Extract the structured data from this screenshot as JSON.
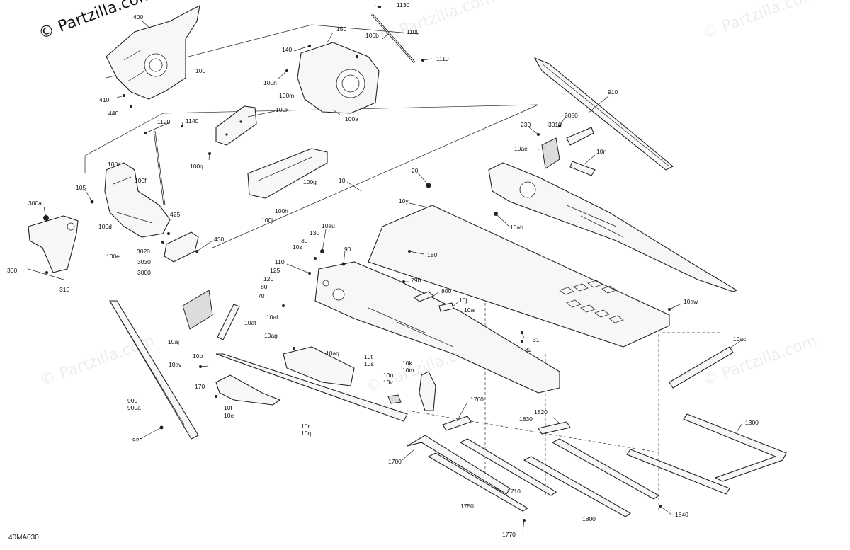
{
  "watermark_main": "© Partzilla.com",
  "watermark_repeat": "© Partzilla.com",
  "diagram_code": "40MA030",
  "callouts": {
    "c400": "400",
    "c1130": "1130",
    "c150": "150",
    "c100b": "100b",
    "c1100": "1100",
    "c140": "140",
    "c1110": "1110",
    "c100": "100",
    "c100n": "100n",
    "c100m": "100m",
    "c410": "410",
    "c440": "440",
    "c100k": "100k",
    "c100a": "100a",
    "c910": "910",
    "c3050": "3050",
    "c1120": "1120",
    "c1140": "1140",
    "c3010": "3010",
    "c230": "230",
    "c10ae": "10ae",
    "c10n": "10n",
    "c100q": "100q",
    "c100c": "100c",
    "c10": "10",
    "c20": "20",
    "c100f": "100f",
    "c105": "105",
    "c100g": "100g",
    "c10y": "10y",
    "c300a": "300a",
    "c100h": "100h",
    "c425": "425",
    "c100j": "100j",
    "c100d": "100d",
    "c10ah": "10ah",
    "c10au": "10au",
    "c430": "430",
    "c30": "30",
    "c130": "130",
    "c3020": "3020",
    "c10z": "10z",
    "c90": "90",
    "c100e": "100e",
    "c180": "180",
    "c3030": "3030",
    "c110": "110",
    "c300": "300",
    "c3000": "3000",
    "c125": "125",
    "c310": "310",
    "c120": "120",
    "c790": "790",
    "c80": "80",
    "c800": "800",
    "c70": "70",
    "c10j": "10j",
    "c10aw": "10aw",
    "c10af": "10af",
    "c10ar": "10ar",
    "c10at": "10at",
    "c10ag": "10ag",
    "c31": "31",
    "c10aj": "10aj",
    "c10ac": "10ac",
    "c32": "32",
    "c10aq": "10aq",
    "c10p": "10p",
    "c10t": "10t",
    "c10s": "10s",
    "c10av": "10av",
    "c10k": "10k",
    "c10m": "10m",
    "c10u": "10u",
    "c10v": "10v",
    "c170": "170",
    "c1760": "1760",
    "c900": "900",
    "c900a": "900a",
    "c10f": "10f",
    "c10e": "10e",
    "c1820": "1820",
    "c1830": "1830",
    "c1300": "1300",
    "c10r": "10r",
    "c10q": "10q",
    "c920": "920",
    "c1700": "1700",
    "c1710": "1710",
    "c1750": "1750",
    "c1840": "1840",
    "c1800": "1800",
    "c1770": "1770"
  }
}
